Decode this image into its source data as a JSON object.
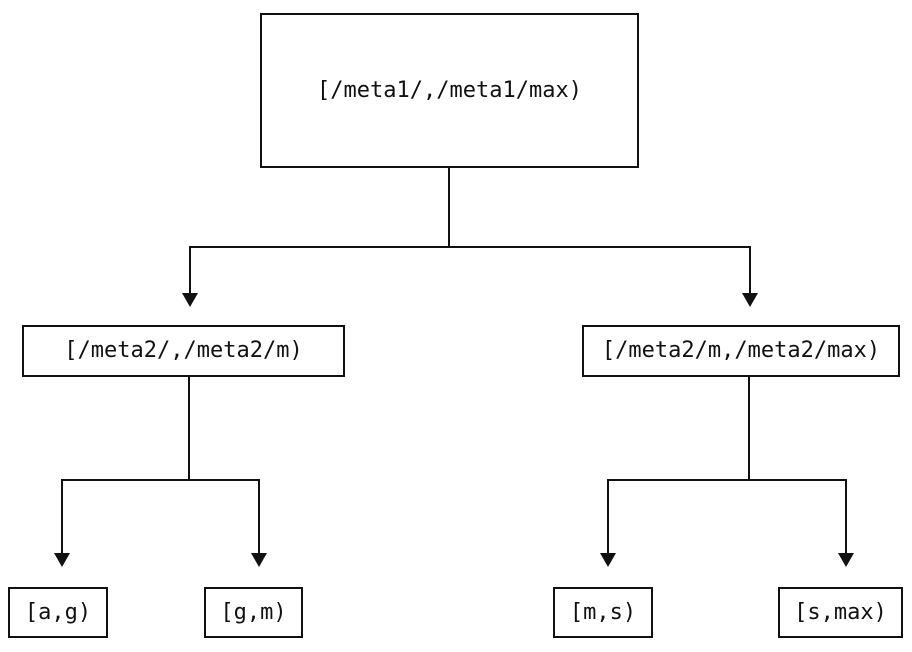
{
  "nodes": {
    "root": {
      "label": "[/meta1/,/meta1/max)"
    },
    "meta2_left": {
      "label": "[/meta2/,/meta2/m)"
    },
    "meta2_right": {
      "label": "[/meta2/m,/meta2/max)"
    },
    "leaf_ag": {
      "label": "[a,g)"
    },
    "leaf_gm": {
      "label": "[g,m)"
    },
    "leaf_ms": {
      "label": "[m,s)"
    },
    "leaf_smax": {
      "label": "[s,max)"
    }
  },
  "icons": {
    "arrowhead": "arrowhead-down-icon"
  },
  "colors": {
    "line": "#111111",
    "text": "#111111",
    "background": "#ffffff"
  }
}
